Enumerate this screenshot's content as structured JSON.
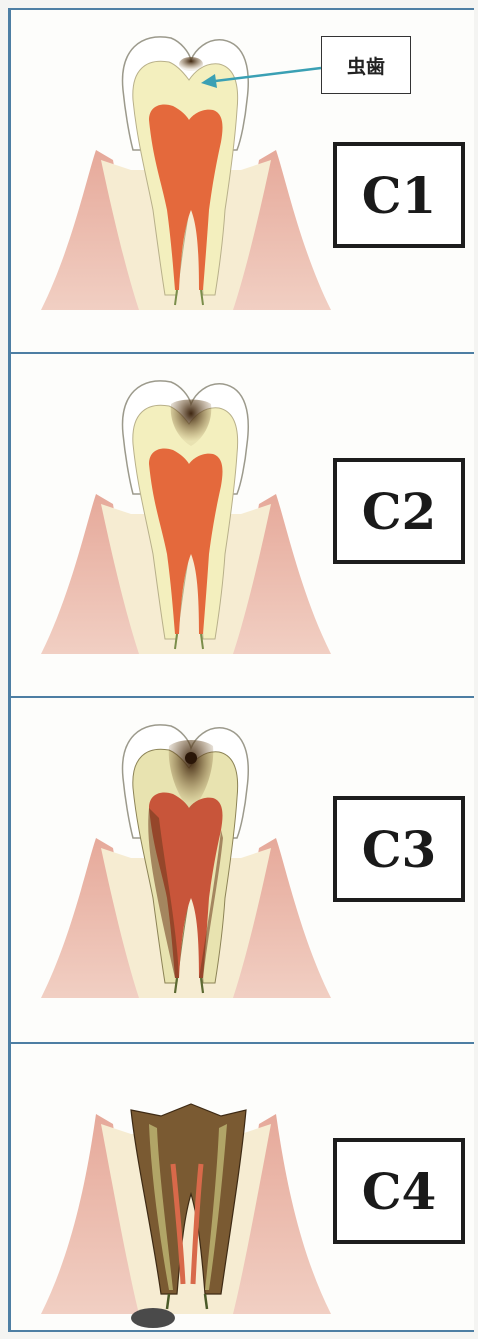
{
  "callout": {
    "label": "虫歯"
  },
  "stages": [
    {
      "label": "C1"
    },
    {
      "label": "C2"
    },
    {
      "label": "C3"
    },
    {
      "label": "C4"
    }
  ],
  "colors": {
    "panel_border": "#4d7ea3",
    "gum": "#e8b9ab",
    "bone": "#f6ecd2",
    "enamel": "#ffffff",
    "dentin": "#f3efbe",
    "pulp": "#e4693c",
    "decay": "#5a3a1e",
    "arrow": "#3aa0b4"
  }
}
